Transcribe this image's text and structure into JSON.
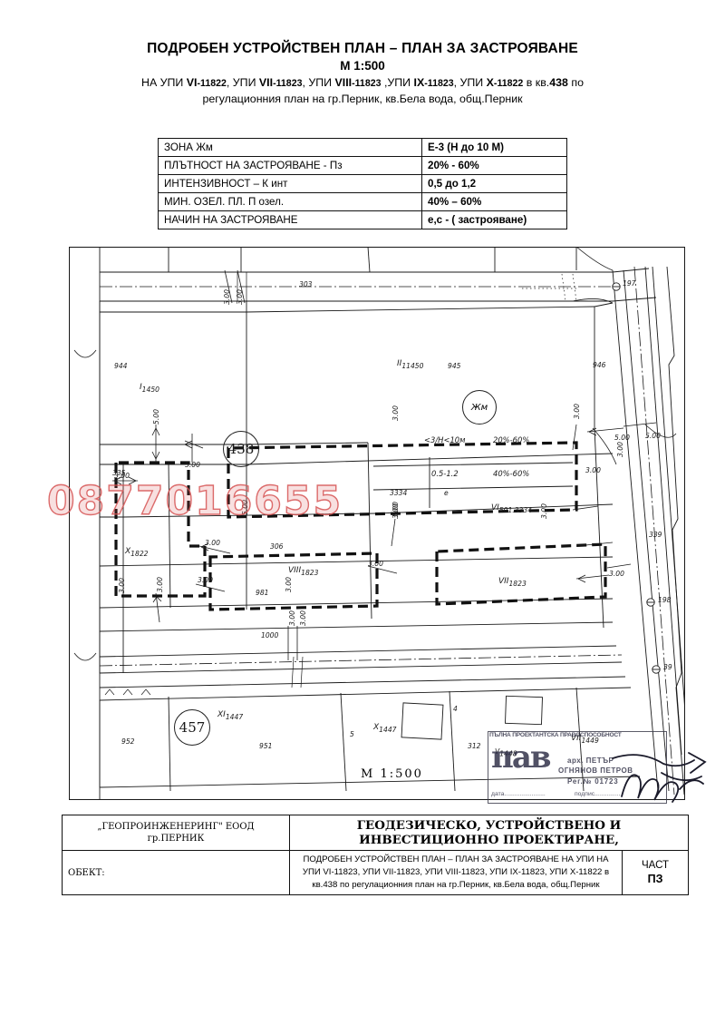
{
  "header": {
    "title_main": "ПОДРОБЕН УСТРОЙСТВЕН ПЛАН – ПЛАН ЗА ЗАСТРОЯВАНЕ",
    "scale": "М 1:500",
    "subtitle_line1_a": "НА УПИ ",
    "subtitle_upi": [
      "VI",
      "-11822, УПИ ",
      "VII",
      "-11823, УПИ ",
      "VIII",
      "-11823 ,УПИ ",
      "IX",
      "-11823, УПИ ",
      "X",
      "-11822 в кв.",
      "438",
      " по"
    ],
    "subtitle_line2": "регулационния план на гр.Перник, кв.Бела вода, общ.Перник"
  },
  "params": {
    "rows": [
      {
        "key": "ЗОНА   Жм",
        "value": "Е-3    (Н до 10 М)"
      },
      {
        "key": "ПЛЪТНОСТ НА ЗАСТРОЯВАНЕ - Пз",
        "value": "20% - 60%"
      },
      {
        "key": "ИНТЕНЗИВНОСТ – К инт",
        "value": "0,5 до 1,2"
      },
      {
        "key": "МИН. ОЗЕЛ. ПЛ. П озел.",
        "value": "40% – 60%"
      },
      {
        "key": "НАЧИН НА ЗАСТРОЯВАНЕ",
        "value": "е,с - ( застрояване)"
      }
    ]
  },
  "drawing": {
    "scale_note": "М  1:500",
    "quarters": [
      {
        "id": "438",
        "label": "438"
      },
      {
        "id": "457",
        "label": "457"
      }
    ],
    "zone_marker": {
      "circle_label": "Жм",
      "height_range": "<3/H<10м",
      "density": "20%-60%",
      "intensity": "0.5-1.2",
      "green_area": "40%-60%",
      "cadastral": "3334",
      "mode": "е",
      "upi_label": "VI",
      "upi_sub": "501.3334"
    },
    "plot_numbers": [
      "944",
      "945",
      "946",
      "952",
      "951",
      "981",
      "1000",
      "306",
      "303",
      "312",
      "339",
      "335",
      "1448"
    ],
    "upi_labels": [
      {
        "roman": "I",
        "sub": "1450"
      },
      {
        "roman": "II",
        "sub": "11450"
      },
      {
        "roman": "VI",
        "sub": "501.3334"
      },
      {
        "roman": "VII",
        "sub": "1823"
      },
      {
        "roman": "VIII",
        "sub": "1823"
      },
      {
        "roman": "X",
        "sub": "1822"
      },
      {
        "roman": "XI",
        "sub": "1447"
      },
      {
        "roman": "X",
        "sub": "1447"
      },
      {
        "roman": "VII",
        "sub": "1449"
      },
      {
        "roman": "V",
        "sub": "1448"
      }
    ],
    "survey_points": [
      "197",
      "198",
      "39"
    ],
    "buildings": [
      "4",
      "5"
    ],
    "dimensions_300": "3.00",
    "dimensions_500": "5.00"
  },
  "watermark": {
    "text": "0877016655",
    "color": "#d65454"
  },
  "stamp": {
    "header": "ПЪЛНА ПРОЕКТАНТСКА ПРАВОСПОСОБНОСТ",
    "logo": "пав",
    "name_line1": "арх. ПЕТЪР",
    "name_line2": "ОГНЯНОВ ПЕТРОВ",
    "reg": "Рег.№ 01723",
    "date_label": "дата........................",
    "sign_label": "подпис..............."
  },
  "titleblock": {
    "company_line1": "„ГЕОПРОИНЖЕНЕРИНГ\" ЕООД",
    "company_line2": "гр.ПЕРНИК",
    "discipline_line1": "ГЕОДЕЗИЧЕСКО, УСТРОЙСТВЕНО И",
    "discipline_line2": "ИНВЕСТИЦИОННО ПРОЕКТИРАНЕ,",
    "obekt_label": "ОБЕКТ:",
    "desc_line1": "ПОДРОБЕН УСТРОЙСТВЕН ПЛАН – ПЛАН ЗА ЗАСТРОЯВАНЕ НА УПИ НА",
    "desc_line2": "УПИ VI-11823, УПИ VII-11823, УПИ VIII-11823, УПИ IX-11823, УПИ X-11822 в",
    "desc_line3": "кв.438 по регулационния план на гр.Перник, кв.Бела вода, общ.Перник",
    "part_line1": "ЧАСТ",
    "part_line2": "ПЗ"
  }
}
